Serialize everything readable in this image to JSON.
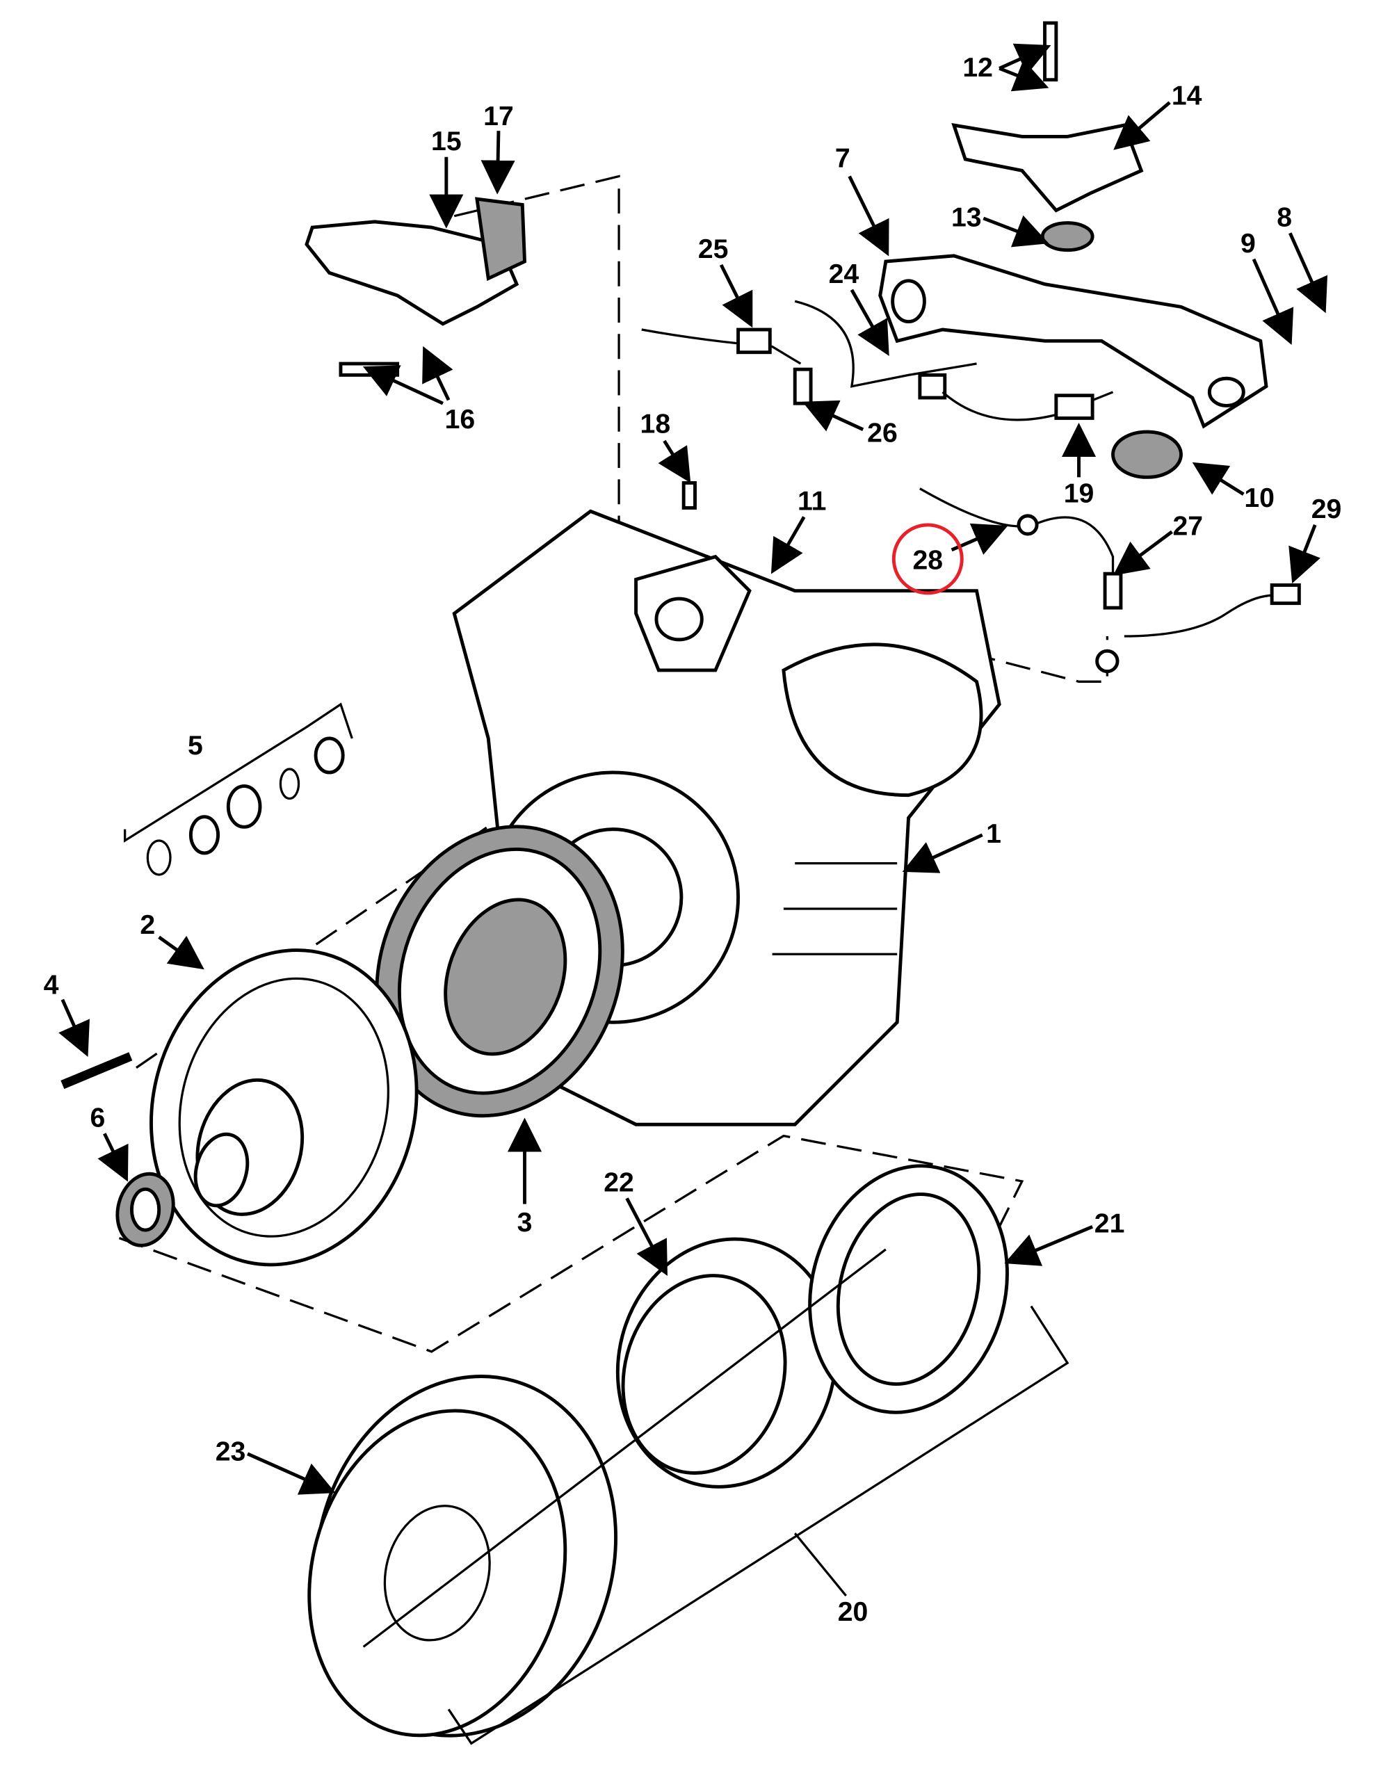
{
  "diagram": {
    "type": "exploded-parts-view",
    "callouts": [
      {
        "id": "1",
        "text": "1"
      },
      {
        "id": "2",
        "text": "2"
      },
      {
        "id": "3",
        "text": "3"
      },
      {
        "id": "4",
        "text": "4"
      },
      {
        "id": "5",
        "text": "5"
      },
      {
        "id": "6",
        "text": "6"
      },
      {
        "id": "7",
        "text": "7"
      },
      {
        "id": "8",
        "text": "8"
      },
      {
        "id": "9",
        "text": "9"
      },
      {
        "id": "10",
        "text": "10"
      },
      {
        "id": "11",
        "text": "11"
      },
      {
        "id": "12",
        "text": "12"
      },
      {
        "id": "13",
        "text": "13"
      },
      {
        "id": "14",
        "text": "14"
      },
      {
        "id": "15",
        "text": "15"
      },
      {
        "id": "16",
        "text": "16"
      },
      {
        "id": "17",
        "text": "17"
      },
      {
        "id": "18",
        "text": "18"
      },
      {
        "id": "19",
        "text": "19"
      },
      {
        "id": "20",
        "text": "20"
      },
      {
        "id": "21",
        "text": "21"
      },
      {
        "id": "22",
        "text": "22"
      },
      {
        "id": "23",
        "text": "23"
      },
      {
        "id": "24",
        "text": "24"
      },
      {
        "id": "25",
        "text": "25"
      },
      {
        "id": "26",
        "text": "26"
      },
      {
        "id": "27",
        "text": "27"
      },
      {
        "id": "28",
        "text": "28"
      },
      {
        "id": "29",
        "text": "29"
      }
    ],
    "highlight": {
      "callout": "28",
      "color": "#e8202a"
    }
  }
}
